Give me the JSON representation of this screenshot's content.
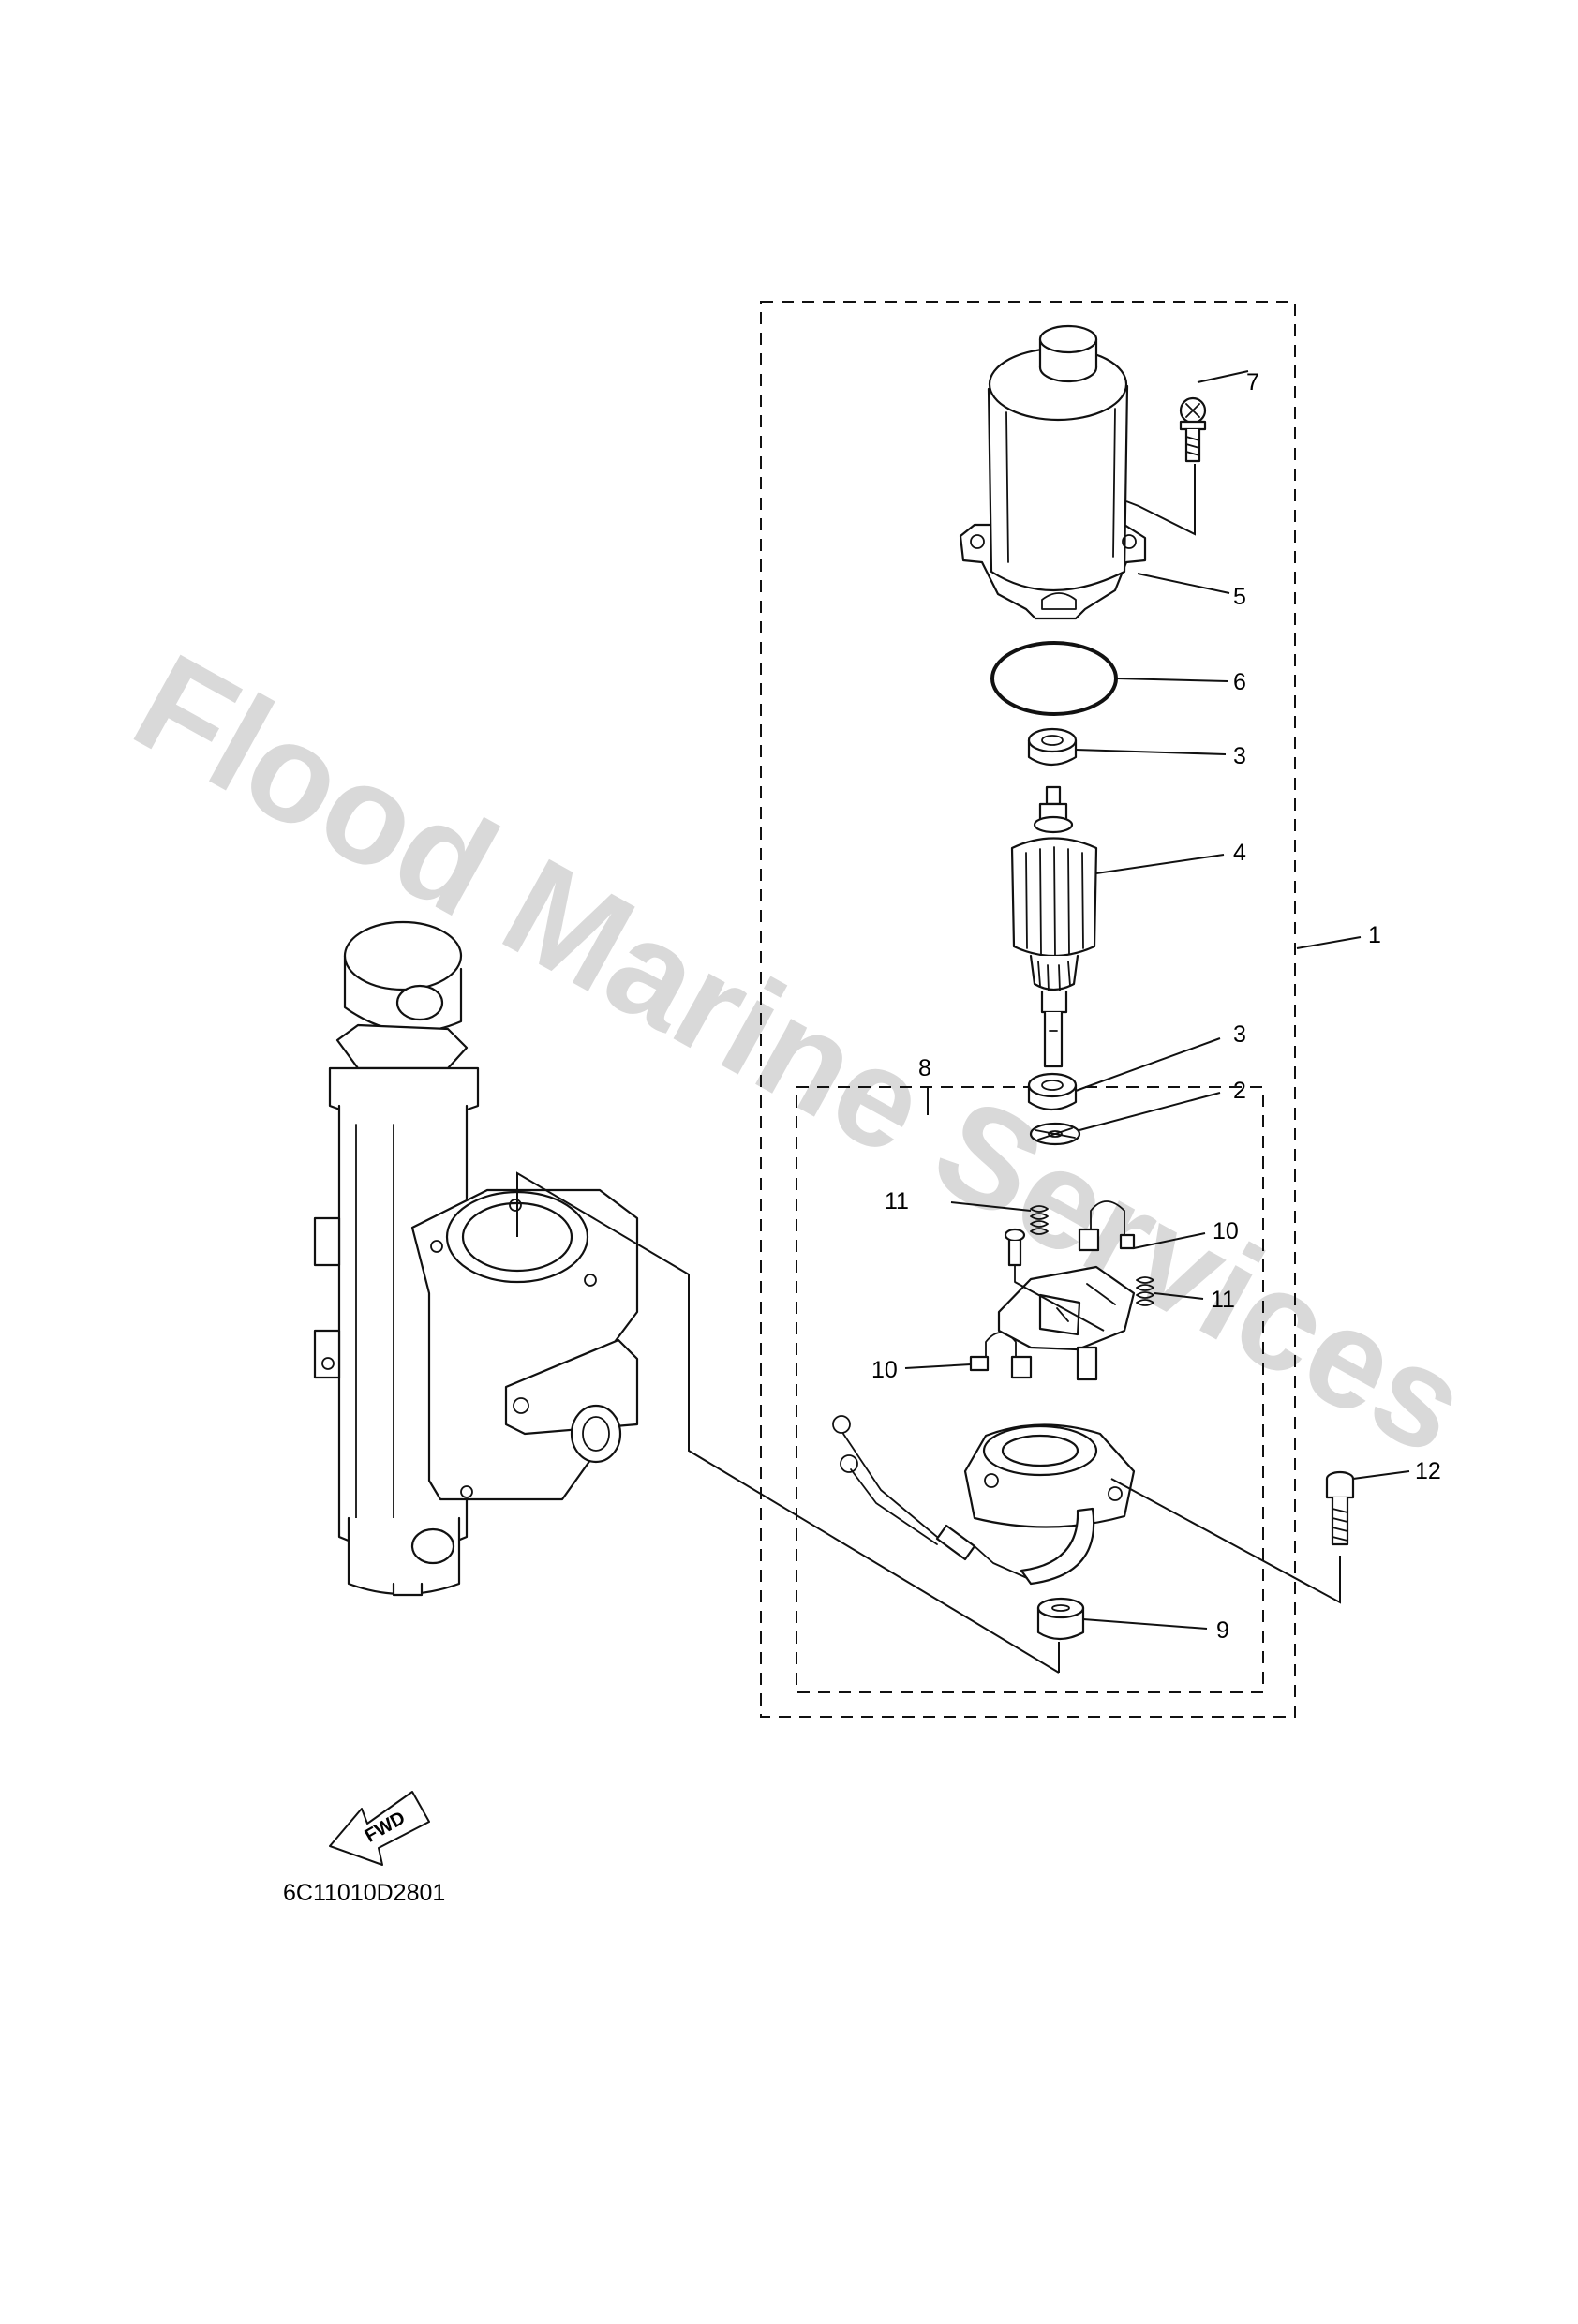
{
  "watermark": "Flood Marine Services",
  "diagram_code": "6C11010D2801",
  "fwd_label": "FWD",
  "callouts": {
    "c1": "1",
    "c2": "2",
    "c3a": "3",
    "c3b": "3",
    "c4": "4",
    "c5": "5",
    "c6": "6",
    "c7": "7",
    "c8": "8",
    "c9": "9",
    "c10a": "10",
    "c10b": "10",
    "c11a": "11",
    "c11b": "11",
    "c12": "12"
  }
}
